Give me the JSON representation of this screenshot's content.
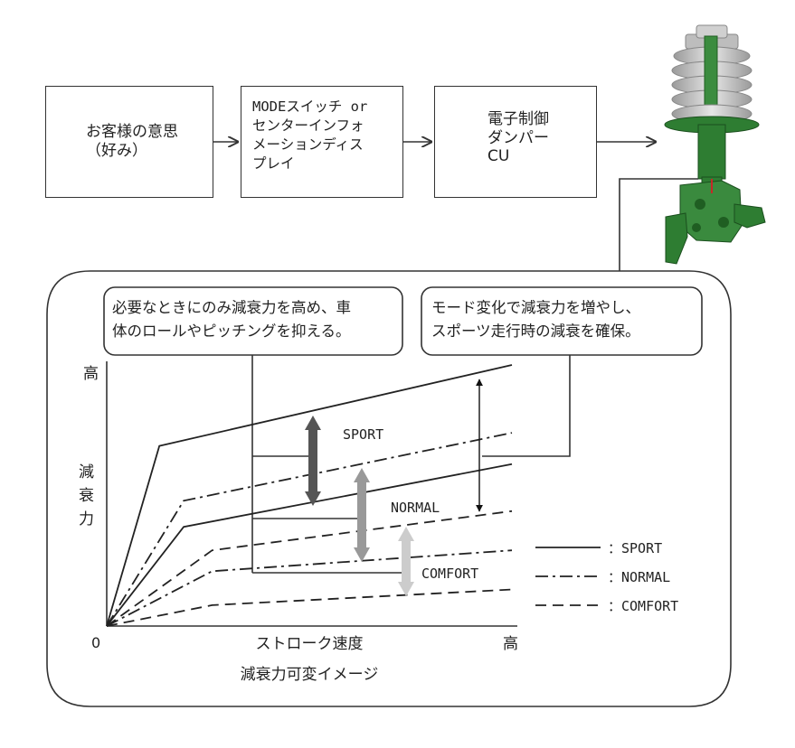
{
  "flow": {
    "box1": "お客様の意思\n（好み）",
    "box2": "MODEスイッチ or\nセンターインフォ\nメーションディス\nプレイ",
    "box3": "電子制御\nダンパー\nCU"
  },
  "callouts": {
    "left": "必要なときにのみ減衰力を高め、車\n体のロールやピッチングを抑える。",
    "right": "モード変化で減衰力を増やし、\nスポーツ走行時の減衰を確保。"
  },
  "chart_data": {
    "type": "line",
    "title": "",
    "caption": "減衰力可変イメージ",
    "xlabel": "ストローク速度",
    "ylabel": "減衰力",
    "x_ticks": [
      "0",
      "高"
    ],
    "y_ticks": [
      "高"
    ],
    "xlim": [
      0,
      1
    ],
    "ylim": [
      0,
      1
    ],
    "series": [
      {
        "name": "SPORT",
        "style": "solid",
        "lines": [
          [
            [
              0,
              0
            ],
            [
              0.13,
              0.69
            ],
            [
              1,
              1
            ]
          ],
          [
            [
              0,
              0
            ],
            [
              0.19,
              0.38
            ],
            [
              1,
              0.62
            ]
          ]
        ]
      },
      {
        "name": "NORMAL",
        "style": "dashdot",
        "lines": [
          [
            [
              0,
              0
            ],
            [
              0.19,
              0.48
            ],
            [
              1,
              0.74
            ]
          ],
          [
            [
              0,
              0
            ],
            [
              0.26,
              0.21
            ],
            [
              1,
              0.29
            ]
          ]
        ]
      },
      {
        "name": "COMFORT",
        "style": "dashed",
        "lines": [
          [
            [
              0,
              0
            ],
            [
              0.26,
              0.29
            ],
            [
              1,
              0.44
            ]
          ],
          [
            [
              0,
              0
            ],
            [
              0.26,
              0.08
            ],
            [
              1,
              0.14
            ]
          ]
        ]
      }
    ],
    "annotations": [
      {
        "label": "SPORT",
        "color": "#555555"
      },
      {
        "label": "NORMAL",
        "color": "#999999"
      },
      {
        "label": "COMFORT",
        "color": "#cccccc"
      }
    ]
  },
  "legend": [
    {
      "style": "solid",
      "label": "：SPORT"
    },
    {
      "style": "dashdot",
      "label": "：NORMAL"
    },
    {
      "style": "dashed",
      "label": "：COMFORT"
    }
  ],
  "colors": {
    "strut_green": "#2e7d32",
    "spring_gray": "#c8c8c8",
    "arrow_dark": "#555555",
    "arrow_mid": "#999999",
    "arrow_light": "#cccccc"
  }
}
